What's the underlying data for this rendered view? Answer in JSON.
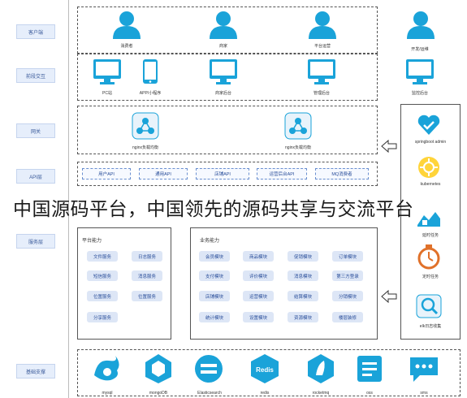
{
  "layers": {
    "client": "客户端",
    "front": "前段交互",
    "gateway": "网关",
    "api": "API层",
    "service": "服务层",
    "infra": "基础支撑"
  },
  "clients": [
    "消费者",
    "商家",
    "平台运营",
    "开发/运维"
  ],
  "fronts": [
    "PC站",
    "APP/小程序",
    "商家后台",
    "管理后台",
    "监控后台"
  ],
  "gateway": [
    "nginx负载均衡",
    "nginx负载均衡"
  ],
  "apis": [
    "用户API",
    "通用API",
    "店铺API",
    "运营后台API",
    "MQ消费者"
  ],
  "platform": {
    "title": "平台能力",
    "items": [
      "文件服务",
      "日志服务",
      "短信服务",
      "消息服务",
      "位置服务",
      "位置服务",
      "分享服务"
    ]
  },
  "business": {
    "title": "业务能力",
    "items": [
      "会员模块",
      "商品模块",
      "促销模块",
      "订单模块",
      "支付模块",
      "评价模块",
      "消息模块",
      "第三方登录",
      "店铺模块",
      "运营模块",
      "结算模块",
      "分销模块",
      "统计模块",
      "设置模块",
      "资源模块",
      "楼层装修"
    ]
  },
  "right_panel": [
    "springboot admin",
    "kubernetes",
    "延时任务",
    "定时任务",
    "elk日志收集"
  ],
  "infra": [
    "mysql",
    "mongoDB",
    "Elasticsearch",
    "redis",
    "rocketmq",
    "oss",
    "sms"
  ],
  "watermark": "中国源码平台，中国领先的源码共享与交流平台",
  "colors": {
    "accent": "#1aa3d9",
    "label_bg": "#e6eefb"
  }
}
